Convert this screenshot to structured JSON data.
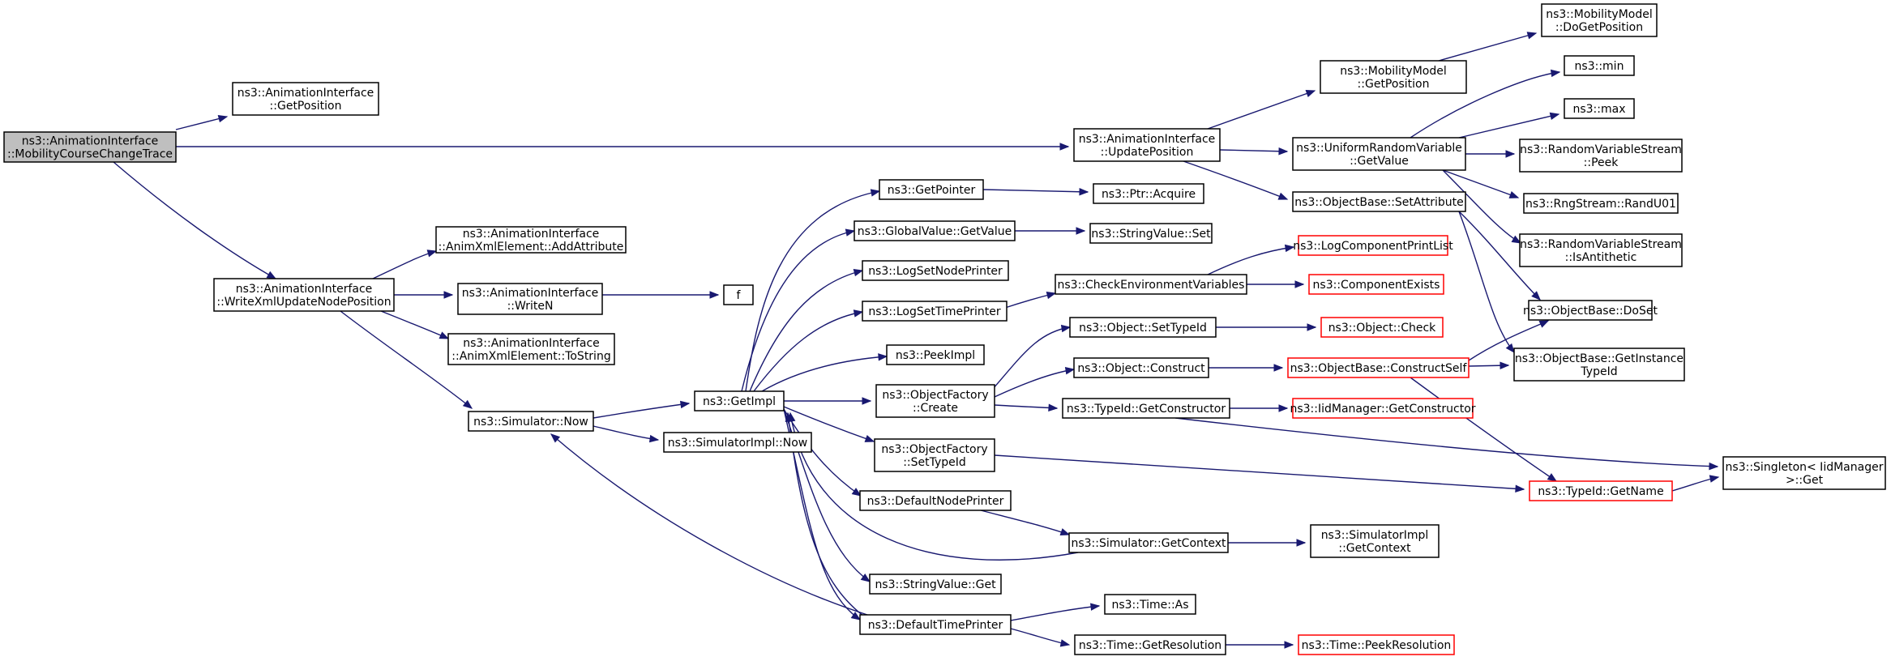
{
  "colors": {
    "edge": "#191970",
    "node_border": "#000000",
    "truncated_node_border": "#ff0000",
    "root_fill": "#bfbfbf",
    "node_fill": "#ffffff"
  },
  "nodes": [
    {
      "id": "n0",
      "lines": [
        "ns3::AnimationInterface",
        "::MobilityCourseChangeTrace"
      ],
      "root": true
    },
    {
      "id": "n1",
      "lines": [
        "ns3::AnimationInterface",
        "::GetPosition"
      ]
    },
    {
      "id": "n2",
      "lines": [
        "ns3::AnimationInterface",
        "::UpdatePosition"
      ]
    },
    {
      "id": "n3",
      "lines": [
        "ns3::AnimationInterface",
        "::WriteXmlUpdateNodePosition"
      ]
    },
    {
      "id": "n4",
      "lines": [
        "ns3::MobilityModel",
        "::GetPosition"
      ]
    },
    {
      "id": "n5",
      "lines": [
        "ns3::MobilityModel",
        "::DoGetPosition"
      ]
    },
    {
      "id": "n6",
      "lines": [
        "ns3::UniformRandomVariable",
        "::GetValue"
      ]
    },
    {
      "id": "n7",
      "lines": [
        "ns3::min"
      ]
    },
    {
      "id": "n8",
      "lines": [
        "ns3::max"
      ]
    },
    {
      "id": "n9",
      "lines": [
        "ns3::RandomVariableStream",
        "::Peek"
      ]
    },
    {
      "id": "n10",
      "lines": [
        "ns3::RngStream::RandU01"
      ]
    },
    {
      "id": "n11",
      "lines": [
        "ns3::RandomVariableStream",
        "::IsAntithetic"
      ]
    },
    {
      "id": "n12",
      "lines": [
        "ns3::ObjectBase::SetAttribute"
      ]
    },
    {
      "id": "n13",
      "lines": [
        "ns3::ObjectBase::DoSet"
      ]
    },
    {
      "id": "n14",
      "lines": [
        "ns3::ObjectBase::GetInstance",
        "TypeId"
      ]
    },
    {
      "id": "n15",
      "lines": [
        "ns3::AnimationInterface",
        "::AnimXmlElement::AddAttribute"
      ]
    },
    {
      "id": "n16",
      "lines": [
        "ns3::AnimationInterface",
        "::WriteN"
      ]
    },
    {
      "id": "n17",
      "lines": [
        "f"
      ]
    },
    {
      "id": "n18",
      "lines": [
        "ns3::AnimationInterface",
        "::AnimXmlElement::ToString"
      ]
    },
    {
      "id": "n19",
      "lines": [
        "ns3::Simulator::Now"
      ]
    },
    {
      "id": "n20",
      "lines": [
        "ns3::GetImpl"
      ]
    },
    {
      "id": "n21",
      "lines": [
        "ns3::SimulatorImpl::Now"
      ]
    },
    {
      "id": "n22",
      "lines": [
        "ns3::GetPointer"
      ]
    },
    {
      "id": "n23",
      "lines": [
        "ns3::Ptr::Acquire"
      ]
    },
    {
      "id": "n24",
      "lines": [
        "ns3::GlobalValue::GetValue"
      ]
    },
    {
      "id": "n25",
      "lines": [
        "ns3::StringValue::Set"
      ]
    },
    {
      "id": "n26",
      "lines": [
        "ns3::LogSetNodePrinter"
      ]
    },
    {
      "id": "n27",
      "lines": [
        "ns3::LogSetTimePrinter"
      ]
    },
    {
      "id": "n28",
      "lines": [
        "ns3::CheckEnvironmentVariables"
      ]
    },
    {
      "id": "n29",
      "lines": [
        "ns3::LogComponentPrintList"
      ],
      "truncated": true
    },
    {
      "id": "n30",
      "lines": [
        "ns3::ComponentExists"
      ],
      "truncated": true
    },
    {
      "id": "n31",
      "lines": [
        "ns3::PeekImpl"
      ]
    },
    {
      "id": "n32",
      "lines": [
        "ns3::ObjectFactory",
        "::Create"
      ]
    },
    {
      "id": "n33",
      "lines": [
        "ns3::Object::SetTypeId"
      ]
    },
    {
      "id": "n34",
      "lines": [
        "ns3::Object::Check"
      ],
      "truncated": true
    },
    {
      "id": "n35",
      "lines": [
        "ns3::Object::Construct"
      ]
    },
    {
      "id": "n36",
      "lines": [
        "ns3::ObjectBase::ConstructSelf"
      ],
      "truncated": true
    },
    {
      "id": "n37",
      "lines": [
        "ns3::TypeId::GetConstructor"
      ]
    },
    {
      "id": "n38",
      "lines": [
        "ns3::IidManager::GetConstructor"
      ],
      "truncated": true
    },
    {
      "id": "n39",
      "lines": [
        "ns3::ObjectFactory",
        "::SetTypeId"
      ]
    },
    {
      "id": "n40",
      "lines": [
        "ns3::TypeId::GetName"
      ],
      "truncated": true
    },
    {
      "id": "n41",
      "lines": [
        "ns3::Singleton< IidManager",
        ">::Get"
      ]
    },
    {
      "id": "n42",
      "lines": [
        "ns3::DefaultNodePrinter"
      ]
    },
    {
      "id": "n43",
      "lines": [
        "ns3::Simulator::GetContext"
      ]
    },
    {
      "id": "n44",
      "lines": [
        "ns3::SimulatorImpl",
        "::GetContext"
      ]
    },
    {
      "id": "n45",
      "lines": [
        "ns3::StringValue::Get"
      ]
    },
    {
      "id": "n46",
      "lines": [
        "ns3::DefaultTimePrinter"
      ]
    },
    {
      "id": "n47",
      "lines": [
        "ns3::Time::As"
      ]
    },
    {
      "id": "n48",
      "lines": [
        "ns3::Time::GetResolution"
      ]
    },
    {
      "id": "n49",
      "lines": [
        "ns3::Time::PeekResolution"
      ],
      "truncated": true
    }
  ],
  "edges": [
    {
      "from": "n0",
      "to": "n1"
    },
    {
      "from": "n0",
      "to": "n2"
    },
    {
      "from": "n0",
      "to": "n3"
    },
    {
      "from": "n2",
      "to": "n4"
    },
    {
      "from": "n4",
      "to": "n5"
    },
    {
      "from": "n2",
      "to": "n6"
    },
    {
      "from": "n6",
      "to": "n7"
    },
    {
      "from": "n6",
      "to": "n8"
    },
    {
      "from": "n6",
      "to": "n9"
    },
    {
      "from": "n6",
      "to": "n10"
    },
    {
      "from": "n6",
      "to": "n11"
    },
    {
      "from": "n2",
      "to": "n12"
    },
    {
      "from": "n12",
      "to": "n13"
    },
    {
      "from": "n12",
      "to": "n14"
    },
    {
      "from": "n3",
      "to": "n15"
    },
    {
      "from": "n3",
      "to": "n16"
    },
    {
      "from": "n16",
      "to": "n17"
    },
    {
      "from": "n3",
      "to": "n18"
    },
    {
      "from": "n3",
      "to": "n19"
    },
    {
      "from": "n19",
      "to": "n20"
    },
    {
      "from": "n19",
      "to": "n21"
    },
    {
      "from": "n20",
      "to": "n22"
    },
    {
      "from": "n22",
      "to": "n23"
    },
    {
      "from": "n20",
      "to": "n24"
    },
    {
      "from": "n24",
      "to": "n25"
    },
    {
      "from": "n20",
      "to": "n26"
    },
    {
      "from": "n20",
      "to": "n27"
    },
    {
      "from": "n27",
      "to": "n28"
    },
    {
      "from": "n28",
      "to": "n29"
    },
    {
      "from": "n28",
      "to": "n30"
    },
    {
      "from": "n20",
      "to": "n31"
    },
    {
      "from": "n20",
      "to": "n32"
    },
    {
      "from": "n32",
      "to": "n33"
    },
    {
      "from": "n33",
      "to": "n34"
    },
    {
      "from": "n32",
      "to": "n35"
    },
    {
      "from": "n35",
      "to": "n36"
    },
    {
      "from": "n36",
      "to": "n13"
    },
    {
      "from": "n36",
      "to": "n14"
    },
    {
      "from": "n36",
      "to": "n40"
    },
    {
      "from": "n32",
      "to": "n37"
    },
    {
      "from": "n37",
      "to": "n38"
    },
    {
      "from": "n37",
      "to": "n41"
    },
    {
      "from": "n20",
      "to": "n39"
    },
    {
      "from": "n39",
      "to": "n40"
    },
    {
      "from": "n40",
      "to": "n41"
    },
    {
      "from": "n20",
      "to": "n42"
    },
    {
      "from": "n42",
      "to": "n43"
    },
    {
      "from": "n43",
      "to": "n20"
    },
    {
      "from": "n43",
      "to": "n44"
    },
    {
      "from": "n20",
      "to": "n45"
    },
    {
      "from": "n20",
      "to": "n46"
    },
    {
      "from": "n46",
      "to": "n19"
    },
    {
      "from": "n46",
      "to": "n20"
    },
    {
      "from": "n46",
      "to": "n47"
    },
    {
      "from": "n46",
      "to": "n48"
    },
    {
      "from": "n48",
      "to": "n49"
    }
  ]
}
